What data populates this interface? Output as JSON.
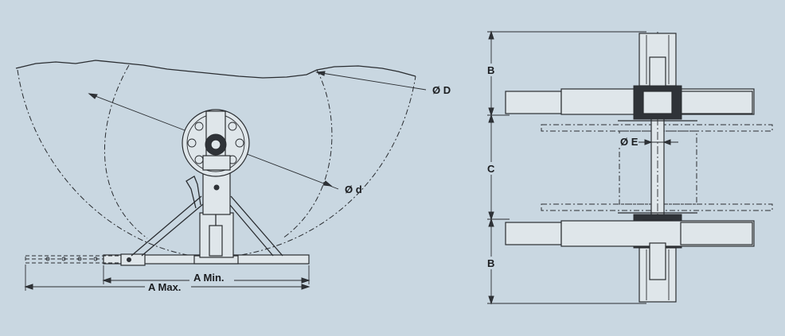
{
  "labels": {
    "outer_diameter": "Ø D",
    "inner_diameter": "Ø d",
    "a_min": "A Min.",
    "a_max": "A Max.",
    "b_top": "B",
    "c": "C",
    "b_bottom": "B",
    "spindle_diameter": "Ø E"
  },
  "colors": {
    "background": "#c9d7e1",
    "line": "#2a2d31"
  }
}
